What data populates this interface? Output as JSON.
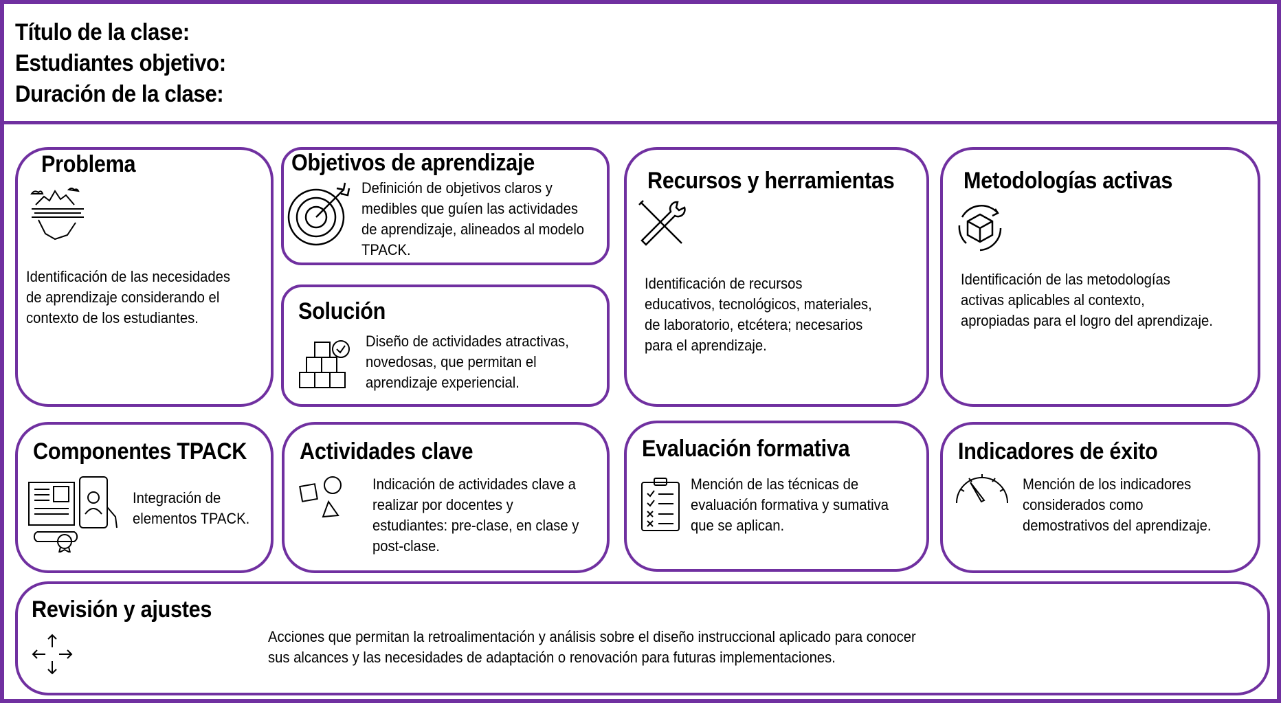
{
  "header": {
    "line1": "Título de la clase:",
    "line2": "Estudiantes objetivo:",
    "line3": "Duración de la clase:"
  },
  "cards": {
    "problema": {
      "title": "Problema",
      "icon": "iceberg-icon",
      "text": "Identificación de las necesidades de aprendizaje considerando el contexto de los estudiantes."
    },
    "objetivos": {
      "title": "Objetivos de aprendizaje",
      "icon": "target-icon",
      "text": "Definición de objetivos claros y medibles que guíen las actividades de aprendizaje, alineados al modelo TPACK."
    },
    "solucion": {
      "title": "Solución",
      "icon": "boxes-check-icon",
      "text": "Diseño de actividades atractivas, novedosas, que permitan el aprendizaje experiencial."
    },
    "recursos": {
      "title": "Recursos y herramientas",
      "icon": "tools-icon",
      "text": "Identificación de recursos educativos, tecnológicos, materiales, de laboratorio, etcétera; necesarios para el aprendizaje."
    },
    "metodologias": {
      "title": "Metodologías activas",
      "icon": "cycle-box-icon",
      "text": "Identificación de las metodologías activas aplicables al contexto, apropiadas para el logro del aprendizaje."
    },
    "tpack": {
      "title": "Componentes TPACK",
      "icon": "documents-phone-icon",
      "text": "Integración de elementos TPACK."
    },
    "actividades": {
      "title": "Actividades clave",
      "icon": "shapes-icon",
      "text": "Indicación de actividades clave a realizar por docentes y estudiantes: pre-clase, en clase y post-clase."
    },
    "evaluacion": {
      "title": "Evaluación formativa",
      "icon": "checklist-icon",
      "text": "Mención de las técnicas de evaluación formativa y sumativa que se aplican."
    },
    "indicadores": {
      "title": "Indicadores de éxito",
      "icon": "gauge-icon",
      "text": "Mención de los indicadores considerados como demostrativos del aprendizaje."
    },
    "revision": {
      "title": "Revisión y ajustes",
      "icon": "move-arrows-icon",
      "text": "Acciones que permitan la retroalimentación y análisis sobre el diseño instruccional aplicado para conocer sus alcances y las necesidades de adaptación o renovación para futuras implementaciones."
    }
  },
  "colors": {
    "accent": "#7030a0"
  }
}
